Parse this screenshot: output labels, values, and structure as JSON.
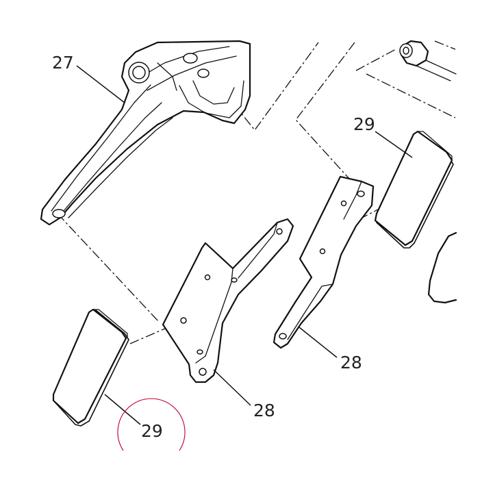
{
  "callouts": {
    "part_27": "27",
    "part_28_right": "28",
    "part_28_left": "28",
    "part_29_top": "29",
    "part_29_bottom": "29"
  },
  "highlight_color": "#c0103a"
}
